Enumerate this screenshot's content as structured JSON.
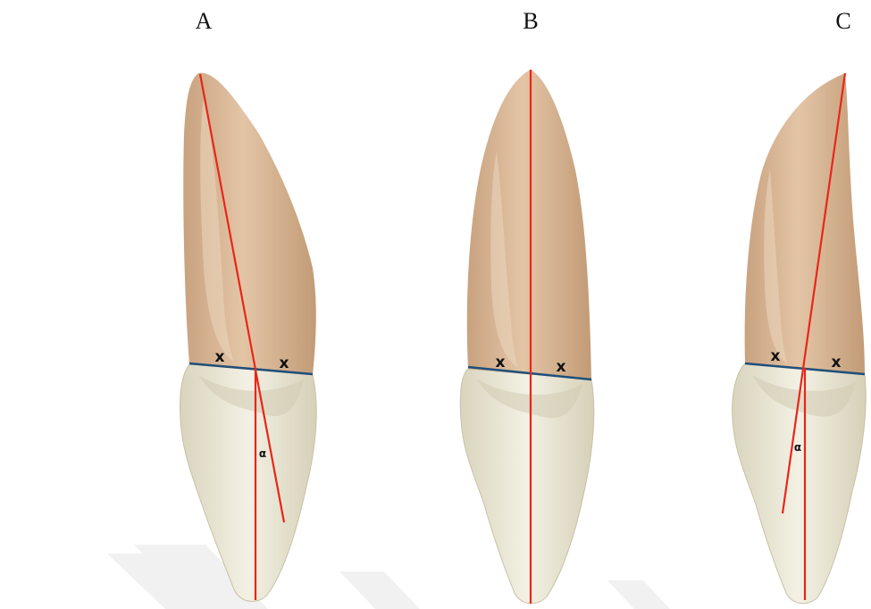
{
  "panels": [
    {
      "id": "A",
      "label": "A",
      "mark_left": "x",
      "mark_right": "x",
      "angle_label": "α",
      "axis": "tilted-toward-crown-right"
    },
    {
      "id": "B",
      "label": "B",
      "mark_left": "x",
      "mark_right": "x",
      "angle_label": "",
      "axis": "straight"
    },
    {
      "id": "C",
      "label": "C",
      "mark_left": "x",
      "mark_right": "x",
      "angle_label": "α",
      "axis": "tilted-toward-crown-left"
    }
  ],
  "colors": {
    "root": "#d6b595",
    "root_dark": "#b7906b",
    "crown": "#ebe7d6",
    "crown_shadow": "#cfc9b0",
    "long_axis_line": "#e8261a",
    "cej_line": "#1f4f7a",
    "watermark": "#eeeeee"
  }
}
